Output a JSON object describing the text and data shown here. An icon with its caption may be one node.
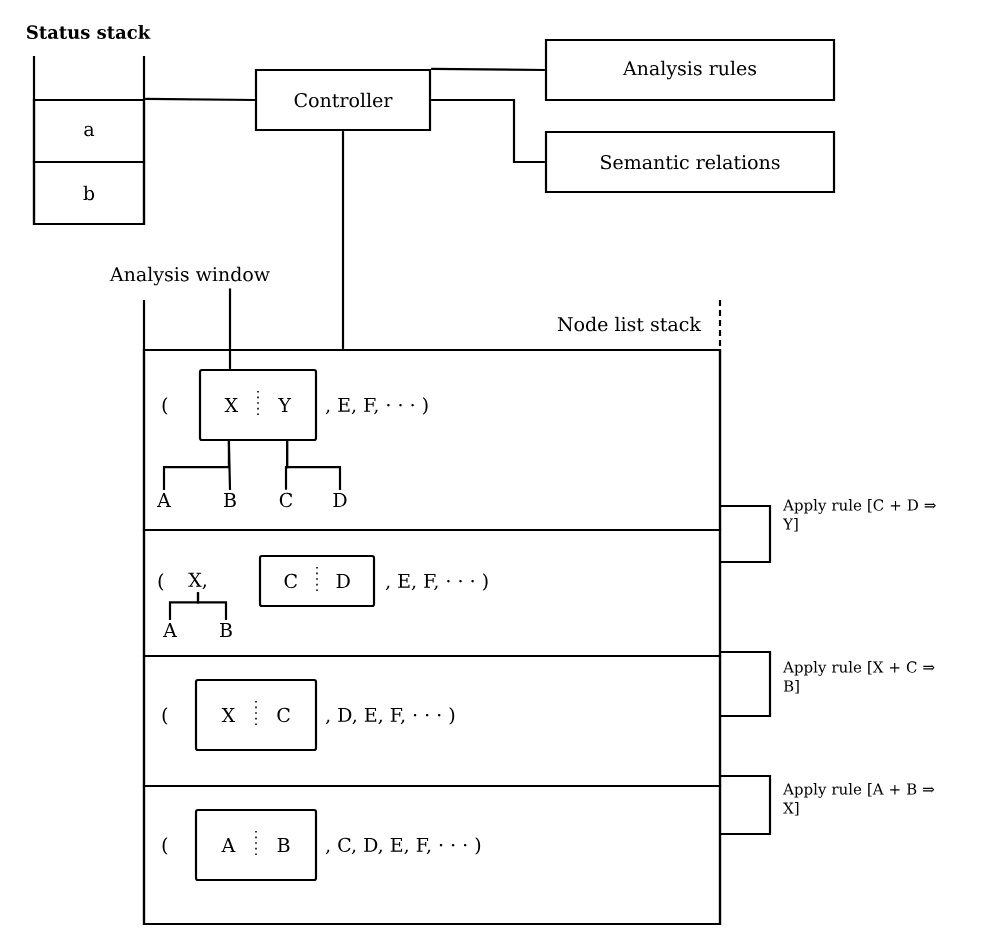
{
  "diagram": {
    "nodes": [
      {
        "text": [
          "Status stack"
        ]
      },
      {
        "text": [
          "a"
        ],
        "in": 0
      },
      {
        "text": [
          "b"
        ],
        "in": 0
      },
      {
        "text": [
          "Controller"
        ]
      },
      {
        "text": [
          "Analysis rules"
        ]
      },
      {
        "text": [
          "Semantic relations"
        ]
      },
      {
        "text": [
          "Analysis window"
        ]
      },
      {
        "text": [
          "Node list stack"
        ]
      },
      {
        "text": [
          "(",
          ", E, F, · · · )"
        ],
        "in": 7
      },
      {
        "text": [
          "X",
          "Y"
        ],
        "in": 8
      },
      {
        "text": [
          "A"
        ],
        "in": 8
      },
      {
        "text": [
          "B"
        ],
        "in": 8
      },
      {
        "text": [
          "C"
        ],
        "in": 8
      },
      {
        "text": [
          "D"
        ],
        "in": 8
      },
      {
        "text": [
          "(",
          ", E, F, · · · )"
        ],
        "in": 7
      },
      {
        "text": [
          "X,"
        ],
        "in": 14
      },
      {
        "text": [
          "C",
          "D"
        ],
        "in": 14
      },
      {
        "text": [
          "A"
        ],
        "in": 14
      },
      {
        "text": [
          "B"
        ],
        "in": 14
      },
      {
        "text": [
          "(",
          ", D, E, F, · · · )"
        ],
        "in": 7
      },
      {
        "text": [
          "X",
          "C"
        ],
        "in": 19
      },
      {
        "text": [
          "(",
          ", C, D, E, F, · · · )"
        ],
        "in": 7
      },
      {
        "text": [
          "A",
          "B"
        ],
        "in": 21
      }
    ],
    "edges": [
      {
        "from": 0,
        "to": 3,
        "arrow": "none"
      },
      {
        "from": 3,
        "to": 4,
        "arrow": "none"
      },
      {
        "from": 3,
        "to": 5,
        "arrow": "none"
      },
      {
        "from": 3,
        "to": 7,
        "arrow": "none"
      },
      {
        "from": 6,
        "to": 9,
        "arrow": "none"
      },
      {
        "from": 9,
        "to": 10,
        "arrow": "none"
      },
      {
        "from": 9,
        "to": 11,
        "arrow": "none"
      },
      {
        "from": 9,
        "to": 12,
        "arrow": "none"
      },
      {
        "from": 9,
        "to": 13,
        "arrow": "none"
      },
      {
        "from": 15,
        "to": 17,
        "arrow": "none"
      },
      {
        "from": 15,
        "to": 18,
        "arrow": "none"
      }
    ],
    "labels": [
      "Apply rule [C + D ⇒ Y]",
      "Apply rule [X + C ⇒ B]",
      "Apply rule [A + B ⇒ X]"
    ]
  }
}
